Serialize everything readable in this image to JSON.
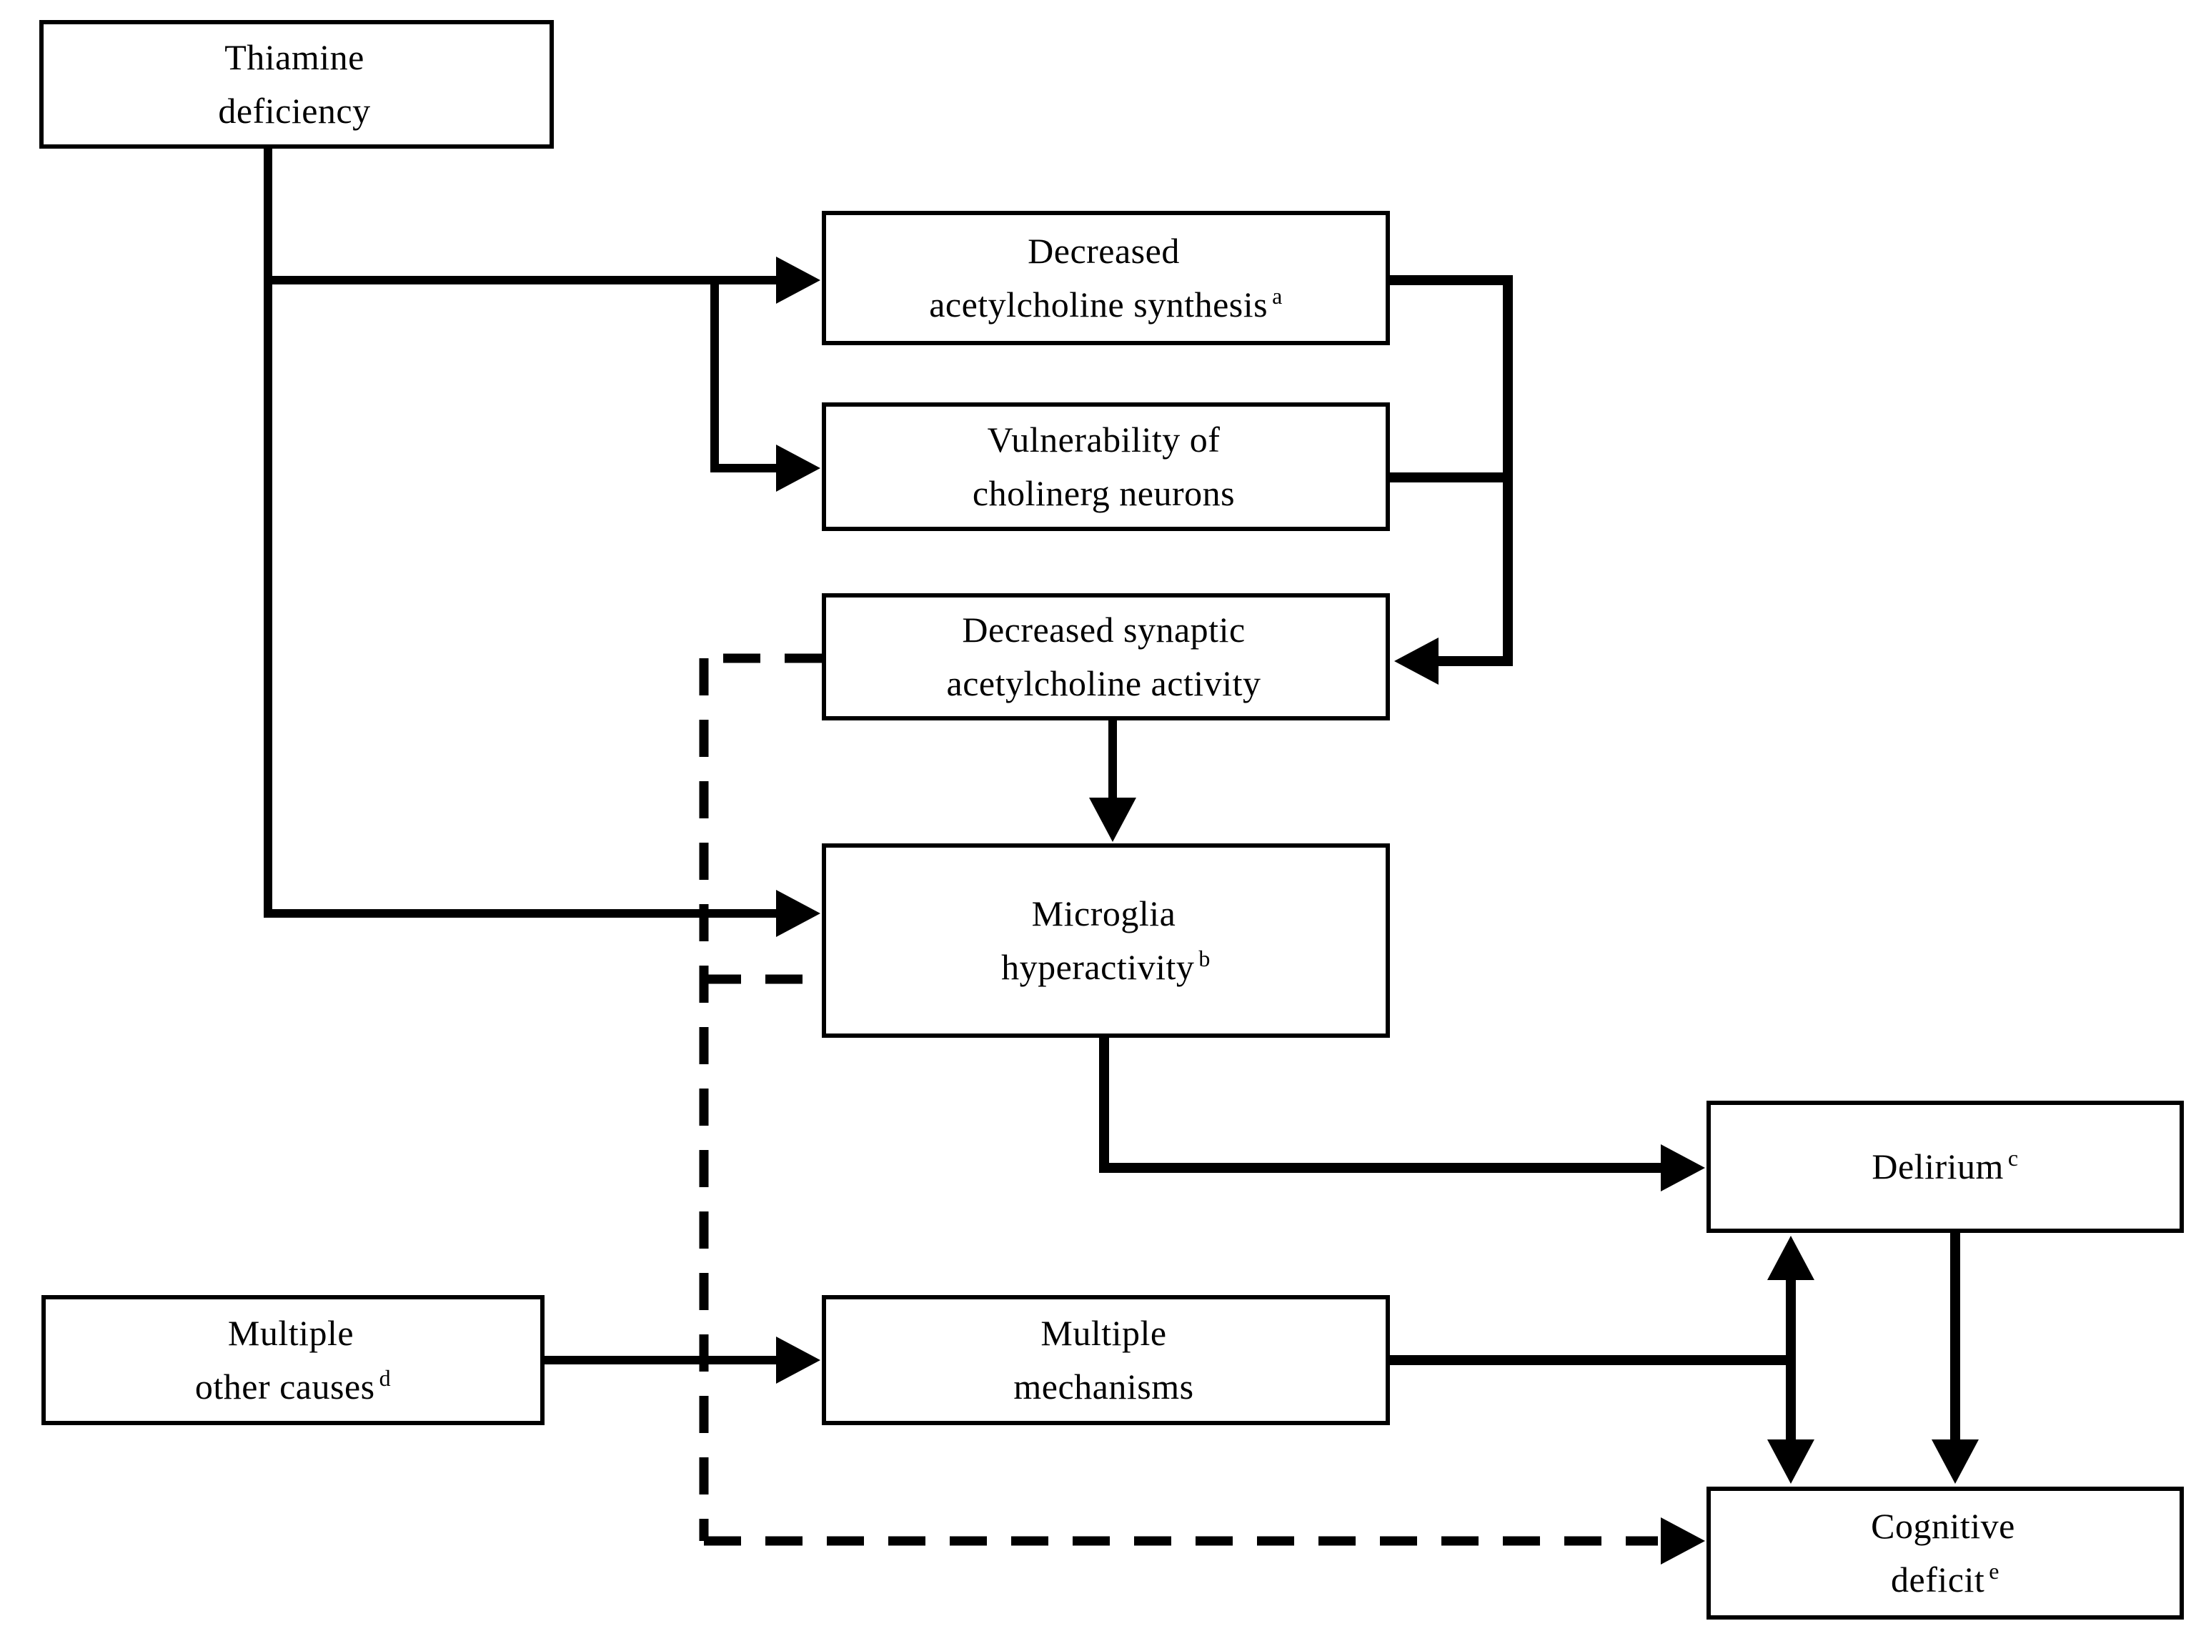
{
  "diagram": {
    "figure_type": "flowchart",
    "colors": {
      "ink": "#000000",
      "background": "#ffffff"
    },
    "nodes": {
      "thiamine": {
        "line1": "Thiamine",
        "line2": "deficiency"
      },
      "ach": {
        "line1": "Decreased",
        "line2": "acetylcholine synthesis",
        "sup2": "a"
      },
      "vuln": {
        "line1": "Vulnerability of",
        "line2": "cholinerg neurons"
      },
      "syn": {
        "line1": "Decreased synaptic",
        "line2": "acetylcholine activity"
      },
      "micro": {
        "line1": "Microglia",
        "line2": "hyperactivity",
        "sup2": "b"
      },
      "delirium": {
        "line1": "Delirium",
        "sup1": "c"
      },
      "causes": {
        "line1": "Multiple",
        "line2": "other causes",
        "sup2": "d"
      },
      "mech": {
        "line1": "Multiple",
        "line2": "mechanisms"
      },
      "cog": {
        "line1": "Cognitive",
        "line2": "deficit",
        "sup2": "e"
      }
    },
    "footnote_markers": [
      "a",
      "b",
      "c",
      "d",
      "e"
    ],
    "edges": [
      {
        "from": "Thiamine deficiency",
        "to": "Decreased acetylcholine synthesis",
        "style": "solid",
        "arrow": "forward"
      },
      {
        "from": "Thiamine deficiency",
        "to": "Vulnerability of cholinerg neurons",
        "style": "solid",
        "arrow": "forward"
      },
      {
        "from": "Decreased acetylcholine synthesis",
        "to": "Decreased synaptic acetylcholine activity",
        "style": "solid",
        "arrow": "forward"
      },
      {
        "from": "Vulnerability of cholinerg neurons",
        "to": "Decreased synaptic acetylcholine activity",
        "style": "solid",
        "arrow": "forward"
      },
      {
        "from": "Decreased synaptic acetylcholine activity",
        "to": "Microglia hyperactivity",
        "style": "solid",
        "arrow": "forward"
      },
      {
        "from": "Thiamine deficiency",
        "to": "Microglia hyperactivity",
        "style": "solid",
        "arrow": "forward"
      },
      {
        "from": "Decreased synaptic acetylcholine activity",
        "to": "Microglia hyperactivity",
        "style": "dashed",
        "arrow": "none"
      },
      {
        "from": "Decreased synaptic acetylcholine activity",
        "to": "Cognitive deficit",
        "style": "dashed",
        "arrow": "forward"
      },
      {
        "from": "Microglia hyperactivity",
        "to": "Delirium",
        "style": "solid",
        "arrow": "forward"
      },
      {
        "from": "Multiple other causes",
        "to": "Multiple mechanisms",
        "style": "solid",
        "arrow": "forward"
      },
      {
        "from": "Multiple mechanisms",
        "to": "Delirium",
        "style": "solid",
        "arrow": "via bidirectional link"
      },
      {
        "from": "Multiple mechanisms",
        "to": "Cognitive deficit",
        "style": "solid",
        "arrow": "via bidirectional link"
      },
      {
        "from": "Delirium",
        "to": "Cognitive deficit",
        "style": "solid",
        "arrow": "bidirectional"
      },
      {
        "from": "Delirium",
        "to": "Cognitive deficit",
        "style": "solid",
        "arrow": "forward"
      }
    ]
  }
}
